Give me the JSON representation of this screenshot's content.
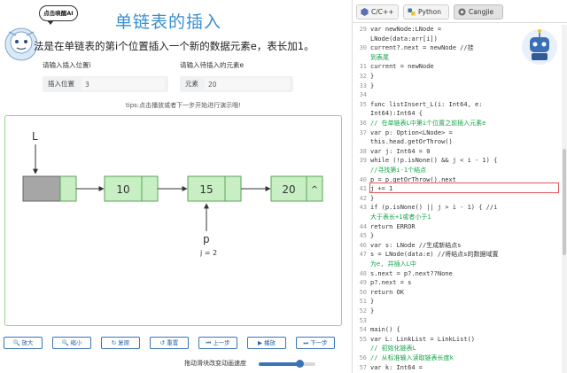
{
  "header": {
    "title": "单链表的插入",
    "bubble": "点击唤醒AI",
    "description": "法是在单链表的第i个位置插入一个新的数据元素e，表长加1。"
  },
  "form": {
    "position_label": "请输入插入位置i",
    "element_label": "请输入待插入的元素e",
    "position_field_label": "插入位置",
    "position_value": "3",
    "element_field_label": "元素",
    "element_value": "20"
  },
  "tips": "tips:点击播放或者下一步开始进行演示哦!",
  "visual": {
    "head_label": "L",
    "nodes": [
      {
        "value": "",
        "head": true
      },
      {
        "value": "10"
      },
      {
        "value": "15"
      },
      {
        "value": "20",
        "tail": "^"
      }
    ],
    "pointer_label": "p",
    "pointer_caption": "j = 2"
  },
  "controls": [
    {
      "label": "放大",
      "icon": "zoom-in-icon",
      "glyph": "🔍"
    },
    {
      "label": "缩小",
      "icon": "zoom-out-icon",
      "glyph": "🔍"
    },
    {
      "label": "复原",
      "icon": "reset-icon",
      "glyph": "↻"
    },
    {
      "label": "重置",
      "icon": "undo-icon",
      "glyph": "↺"
    },
    {
      "label": "上一步",
      "icon": "step-back-icon",
      "glyph": "⏮"
    },
    {
      "label": "播放",
      "icon": "play-icon",
      "glyph": "▶"
    },
    {
      "label": "下一步",
      "icon": "step-forward-icon",
      "glyph": "⏭"
    }
  ],
  "speed": {
    "label": "拖动滑块改变动画速度",
    "value": 0.72
  },
  "tabs": [
    {
      "label": "C/C++",
      "icon": "cpp-icon",
      "active": false
    },
    {
      "label": "Python",
      "icon": "python-icon",
      "active": false
    },
    {
      "label": "Cangjie",
      "icon": "cangjie-icon",
      "active": true
    }
  ],
  "code_lines": [
    {
      "n": "29",
      "t": "            var newNode:LNode ="
    },
    {
      "n": "",
      "t": "LNode(data:arr[i])"
    },
    {
      "n": "30",
      "t": "            current?.next = newNode  //挂"
    },
    {
      "n": "",
      "t": "到表尾"
    },
    {
      "n": "31",
      "t": "            current = newNode"
    },
    {
      "n": "32",
      "t": "        }"
    },
    {
      "n": "33",
      "t": "    }"
    },
    {
      "n": "34",
      "t": ""
    },
    {
      "n": "35",
      "t": "    func listInsert_L(i: Int64, e:"
    },
    {
      "n": "",
      "t": "Int64):Int64 {"
    },
    {
      "n": "36",
      "t": "    // 在单链表L中第i个位置之前插入元素e"
    },
    {
      "n": "37",
      "t": "        var p: Option<LNode> ="
    },
    {
      "n": "",
      "t": "this.head.getOrThrow()"
    },
    {
      "n": "38",
      "t": "        var j: Int64 = 0"
    },
    {
      "n": "39",
      "t": "        while (!p.isNone() && j < i - 1) {"
    },
    {
      "n": "",
      "t": "//寻找第i-1个结点"
    },
    {
      "n": "40",
      "t": "            p = p.getOrThrow().next"
    },
    {
      "n": "41",
      "t": "            j += 1"
    },
    {
      "n": "42",
      "t": "        }"
    },
    {
      "n": "43",
      "t": "        if (p.isNone() || j > i - 1) {  //i"
    },
    {
      "n": "",
      "t": "大于表长+1或者小于1"
    },
    {
      "n": "44",
      "t": "            return ERROR"
    },
    {
      "n": "45",
      "t": "        }"
    },
    {
      "n": "46",
      "t": "        var s: LNode          //生成新结点s"
    },
    {
      "n": "47",
      "t": "        s = LNode(data:e) //将结点s的数据域置"
    },
    {
      "n": "",
      "t": "为e, 并插入L中"
    },
    {
      "n": "48",
      "t": "        s.next = p?.next??None"
    },
    {
      "n": "49",
      "t": "        p?.next = s"
    },
    {
      "n": "50",
      "t": "        return OK"
    },
    {
      "n": "51",
      "t": "    }"
    },
    {
      "n": "52",
      "t": "}"
    },
    {
      "n": "53",
      "t": ""
    },
    {
      "n": "54",
      "t": "main() {"
    },
    {
      "n": "55",
      "t": "    var L: LinkList = LinkList()"
    },
    {
      "n": "",
      "t": "  // 初始化链表L"
    },
    {
      "n": "56",
      "t": "    // 从标准输入读取链表长度k"
    },
    {
      "n": "57",
      "t": "    var k: Int64 ="
    }
  ],
  "colors": {
    "accent": "#3a8fd0",
    "node_fill": "#c8efc3",
    "node_border": "#5aa35a",
    "head_fill": "#a6a6a6",
    "button_border": "#3a74b8",
    "highlight": "#e05757"
  }
}
